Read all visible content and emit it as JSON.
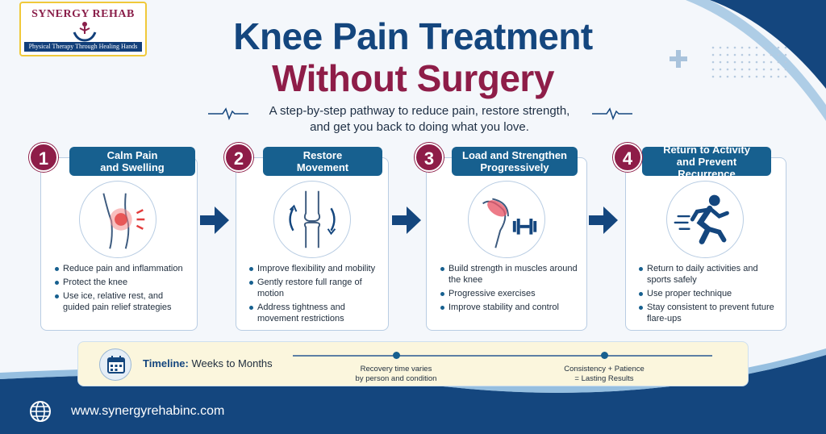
{
  "logo": {
    "name": "SYNERGY REHAB",
    "tagline": "Physical Therapy Through Healing Hands"
  },
  "header": {
    "title_line1": "Knee Pain Treatment",
    "title_line2": "Without Surgery",
    "subtitle_line1": "A step-by-step pathway to reduce pain, restore strength,",
    "subtitle_line2": "and get you back to doing what you love."
  },
  "colors": {
    "navy": "#14467e",
    "maroon": "#8e1d48",
    "teal_blue": "#17608f",
    "timeline_bg": "#fbf6dd"
  },
  "steps": [
    {
      "number": "1",
      "title_line1": "Calm Pain",
      "title_line2": "and Swelling",
      "icon": "inflamed-knee-icon",
      "bullets": [
        "Reduce pain and inflammation",
        "Protect the knee",
        "Use ice, relative rest, and guided pain relief strategies"
      ]
    },
    {
      "number": "2",
      "title_line1": "Restore",
      "title_line2": "Movement",
      "icon": "knee-joint-rotation-icon",
      "bullets": [
        "Improve flexibility and mobility",
        "Gently restore full range of motion",
        "Address tightness and movement restrictions"
      ]
    },
    {
      "number": "3",
      "title_line1": "Load and Strengthen",
      "title_line2": "Progressively",
      "icon": "muscle-dumbbell-icon",
      "bullets": [
        "Build strength in muscles around the knee",
        "Progressive exercises",
        "Improve stability and control"
      ]
    },
    {
      "number": "4",
      "title_line1": "Return to Activity",
      "title_line2": "and Prevent Recurrence",
      "icon": "runner-icon",
      "bullets": [
        "Return to daily activities and sports safely",
        "Use proper technique",
        "Stay consistent to prevent future flare-ups"
      ]
    }
  ],
  "timeline": {
    "label": "Timeline:",
    "value": "Weeks to Months",
    "note1_line1": "Recovery time varies",
    "note1_line2": "by person and condition",
    "note2_line1": "Consistency + Patience",
    "note2_line2": "= Lasting Results"
  },
  "footer": {
    "website": "www.synergyrehabinc.com"
  }
}
